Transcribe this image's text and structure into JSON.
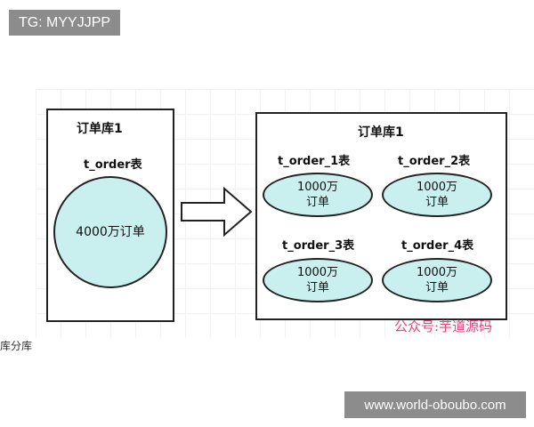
{
  "watermarks": {
    "top_left": "TG: MYYJJPP",
    "bottom_right": "www.world-oboubo.com"
  },
  "left_db": {
    "title": "订单库1",
    "table": "t_order表",
    "content": "4000万订单"
  },
  "right_db": {
    "title": "订单库1",
    "tables": [
      {
        "name": "t_order_1表",
        "line1": "1000万",
        "line2": "订单"
      },
      {
        "name": "t_order_2表",
        "line1": "1000万",
        "line2": "订单"
      },
      {
        "name": "t_order_3表",
        "line1": "1000万",
        "line2": "订单"
      },
      {
        "name": "t_order_4表",
        "line1": "1000万",
        "line2": "订单"
      }
    ]
  },
  "caption": "公众号:芋道源码",
  "side_text": "库分库",
  "colors": {
    "ellipse_fill": "#c9f0ee",
    "caption": "#e0457e",
    "watermark_bg": "#8c8c8c"
  },
  "icons": {
    "arrow": "right-arrow-icon"
  }
}
